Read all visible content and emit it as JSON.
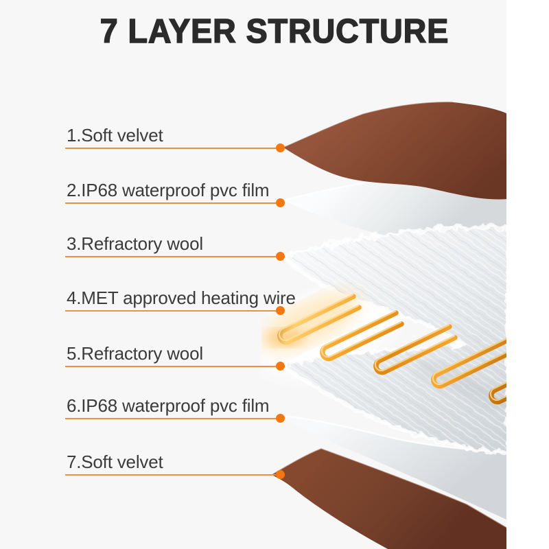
{
  "title": "7 LAYER STRUCTURE",
  "layers": [
    {
      "label": "1.Soft velvet"
    },
    {
      "label": "2.IP68 waterproof pvc film"
    },
    {
      "label": "3.Refractory wool"
    },
    {
      "label": "4.MET approved heating wire"
    },
    {
      "label": "5.Refractory wool"
    },
    {
      "label": "6.IP68 waterproof pvc film"
    },
    {
      "label": "7.Soft velvet"
    }
  ],
  "colors": {
    "background": "#f7f7f7",
    "side_strip": "#ffffff",
    "title_text": "#2b2b2b",
    "label_text": "#3b3b3b",
    "leader_line": "#e9913c",
    "leader_dot": "#f5780f",
    "velvet_brown": "#82462f",
    "pvc_film_white": "#eef0f2",
    "wool_white": "#f4f5f6",
    "heating_wire_gold": "#f0a030"
  }
}
